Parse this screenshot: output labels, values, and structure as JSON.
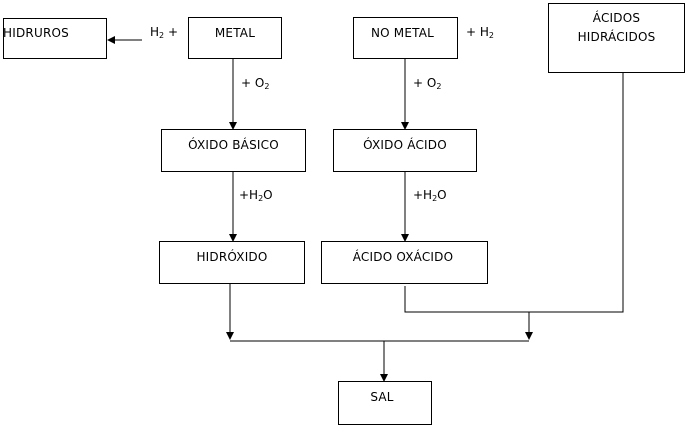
{
  "nodes": {
    "hidruros": "HIDRUROS",
    "metal": "METAL",
    "no_metal": "NO METAL",
    "acidos_hidracidos_1": "ÁCIDOS",
    "acidos_hidracidos_2": "HIDRÁCIDOS",
    "oxido_basico": "ÓXIDO BÁSICO",
    "oxido_acido": "ÓXIDO ÁCIDO",
    "hidroxido": "HIDRÓXIDO",
    "acido_oxacido": "ÁCIDO OXÁCIDO",
    "sal": "SAL"
  },
  "labels": {
    "h2_plus_prefix": "H",
    "h2_plus_sub": "2",
    "h2_plus_suffix": "+",
    "plus_h2_prefix": "+ H",
    "plus_h2_sub": "2",
    "o2_metal_prefix": "+ O",
    "o2_metal_sub": "2",
    "o2_nometal_prefix": "+ O",
    "o2_nometal_sub": "2",
    "h2o_basic_prefix": "+H",
    "h2o_basic_sub": "2",
    "h2o_basic_suffix": "O",
    "h2o_acid_prefix": "+H",
    "h2o_acid_sub": "2",
    "h2o_acid_suffix": "O"
  }
}
